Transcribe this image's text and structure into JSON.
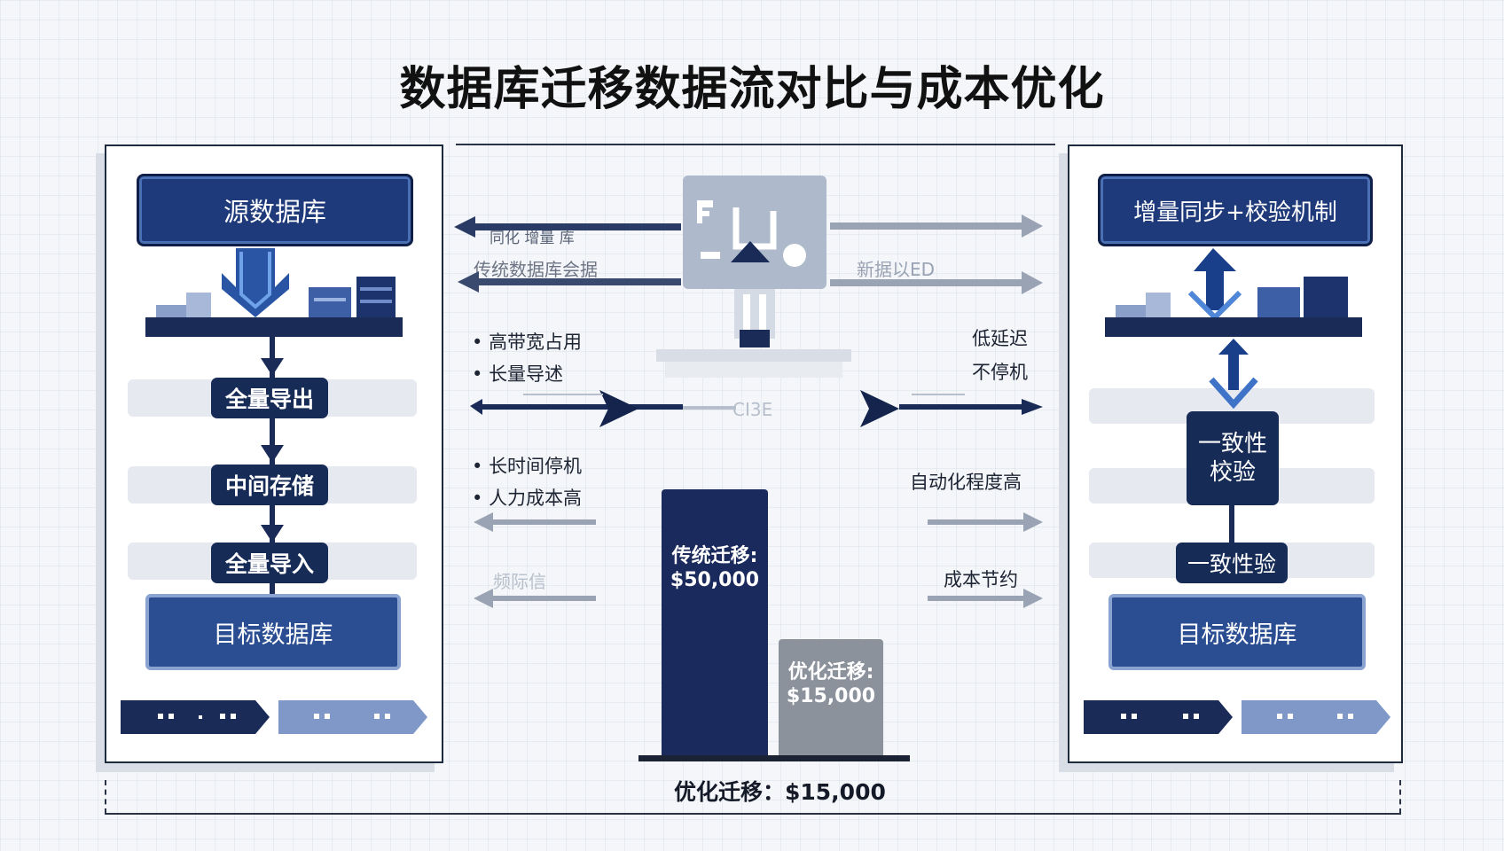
{
  "title": "数据库迁移数据流对比与成本优化",
  "left_flow": {
    "source": "源数据库",
    "steps": [
      "全量导出",
      "中间存储",
      "全量导入"
    ],
    "target": "目标数据库"
  },
  "right_flow": {
    "sync": "增量同步+校验机制",
    "check_line1": "一致性",
    "check_line2": "校验",
    "verify": "一致性验",
    "target": "目标数据库"
  },
  "center": {
    "top_arrow_label": "传统数据库会据",
    "top_arrow_label_small": "同化 增量 库",
    "right_faint_label": "新据以ED",
    "traditional_bullets": [
      "高带宽占用",
      "长量导述"
    ],
    "optimized_points": [
      "低延迟",
      "不停机"
    ],
    "mid_faint_label": "CI3E",
    "traditional_bullets_2": [
      "长时间停机",
      "人力成本高"
    ],
    "optimized_point_3": "自动化程度高",
    "faint_label_2": "频际信",
    "optimized_point_4": "成本节约"
  },
  "chart_data": {
    "type": "bar",
    "categories": [
      "传统迁移",
      "优化迁移"
    ],
    "values": [
      50000,
      15000
    ],
    "value_labels": [
      "$50,000",
      "$15,000"
    ],
    "bar_label_1": "传统迁移:",
    "bar_value_1": "$50,000",
    "bar_label_2": "优化迁移:",
    "bar_value_2": "$15,000",
    "caption": "优化迁移：$15,000",
    "colors": [
      "#1b2a5c",
      "#8c929c"
    ]
  }
}
